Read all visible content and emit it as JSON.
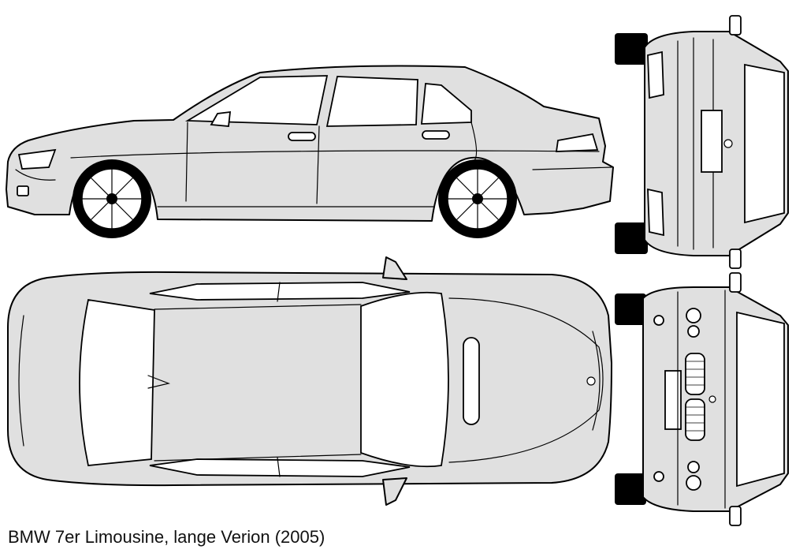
{
  "caption": "BMW 7er Limousine, lange Verion (2005)",
  "colors": {
    "body": "#e0e0e0",
    "outline": "#000000",
    "glass": "#ffffff",
    "background": "#ffffff"
  },
  "views": [
    "side-view",
    "top-view",
    "rear-view",
    "front-view"
  ]
}
